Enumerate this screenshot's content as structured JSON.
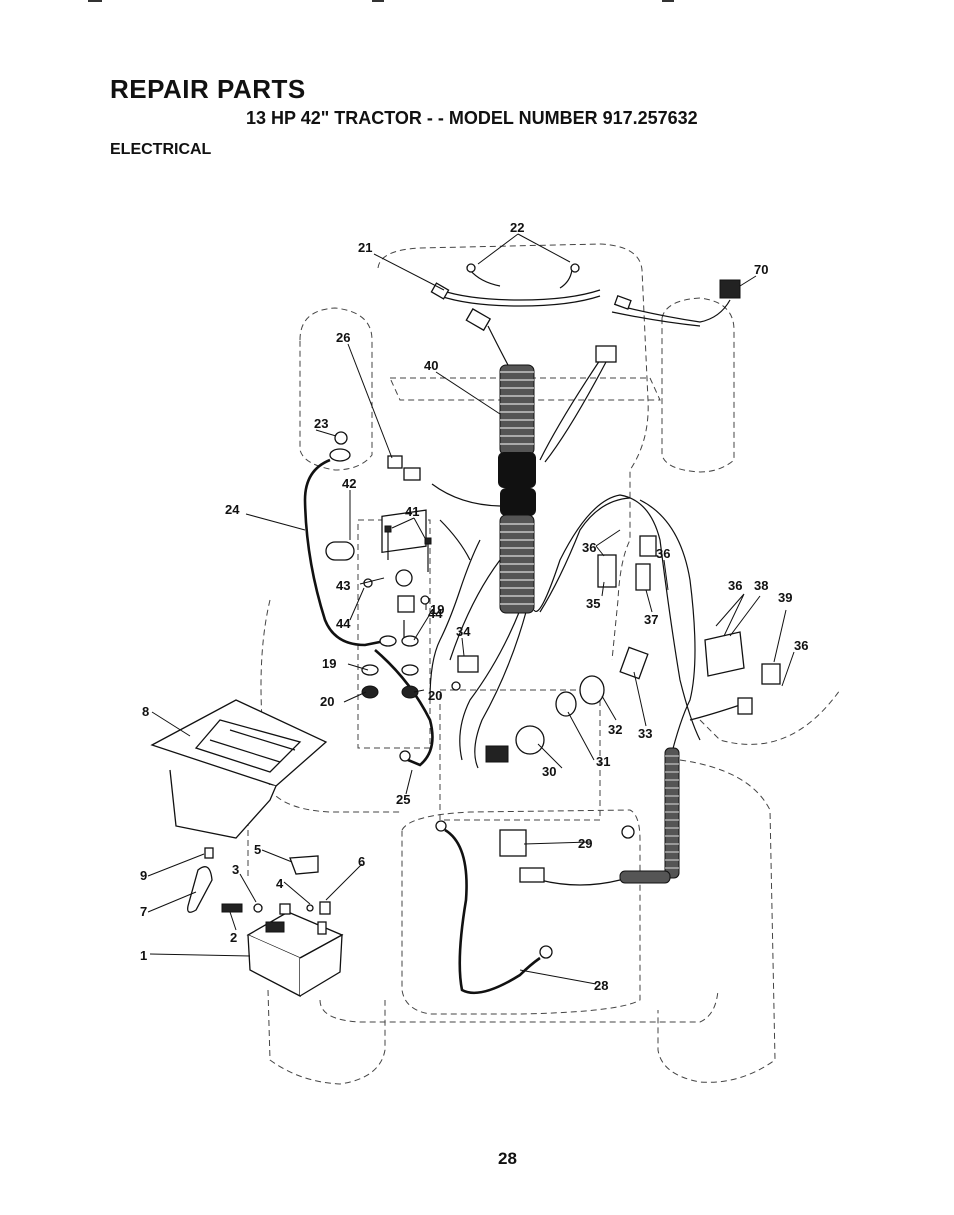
{
  "header": {
    "title": "REPAIR PARTS",
    "subtitle": "13 HP 42\" TRACTOR - - MODEL NUMBER 917.257632",
    "section": "ELECTRICAL"
  },
  "callouts": [
    "22",
    "21",
    "70",
    "26",
    "40",
    "23",
    "42",
    "24",
    "41",
    "36",
    "36",
    "43",
    "44",
    "44",
    "35",
    "36",
    "38",
    "39",
    "37",
    "36",
    "34",
    "19",
    "19",
    "8",
    "20",
    "20",
    "32",
    "33",
    "30",
    "31",
    "25",
    "29",
    "5",
    "6",
    "9",
    "3",
    "4",
    "7",
    "2",
    "1",
    "28"
  ],
  "footer": {
    "page_number": "28"
  }
}
